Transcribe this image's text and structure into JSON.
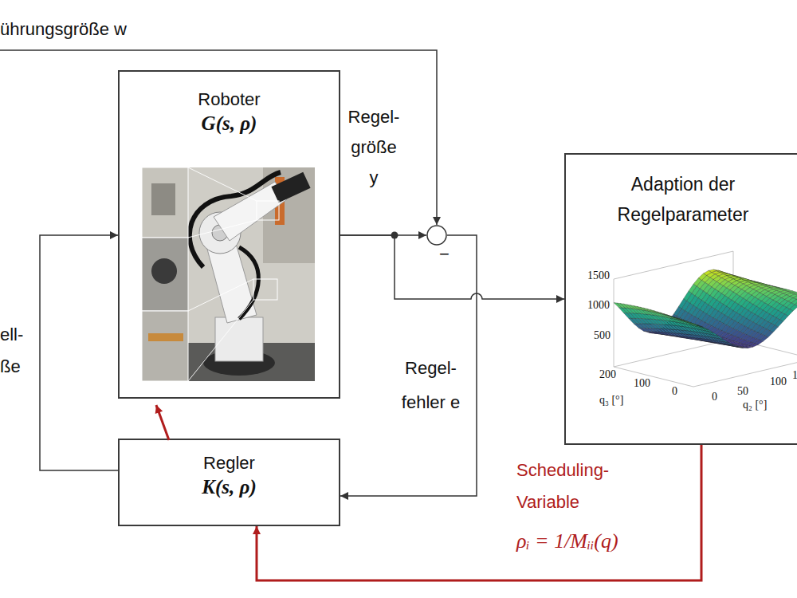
{
  "diagram": {
    "nodes": [
      {
        "text": [
          "Roboter",
          "G(s, ρ)"
        ]
      },
      {
        "text": [
          "−"
        ]
      },
      {
        "text": [
          "Adaption der Regelparameter"
        ]
      },
      {
        "text": [
          "Regler",
          "K(s, ρ)"
        ]
      }
    ],
    "edges": [
      {
        "from": 0,
        "to": 1,
        "arrow": "to",
        "label": "Regel- größe y"
      },
      {
        "from": 0,
        "to": 2,
        "arrow": "to"
      },
      {
        "from": 1,
        "to": 3,
        "arrow": "to",
        "label": "Regel- fehler e"
      },
      {
        "from": 3,
        "to": 0,
        "arrow": "to"
      },
      {
        "from": 2,
        "to": 3,
        "arrow": "to",
        "label": "Scheduling- Variable"
      },
      {
        "from": 3,
        "to": 0,
        "arrow": "to"
      }
    ],
    "labels": [
      "ührungsgröße w",
      "ell- ße",
      "ρᵢ = 1/Mᵢᵢ(q)",
      "1500",
      "1000",
      "500",
      "200",
      "100",
      "0",
      "q₃ [°]",
      "0",
      "50",
      "100",
      "1",
      "q₂ [°]"
    ]
  }
}
